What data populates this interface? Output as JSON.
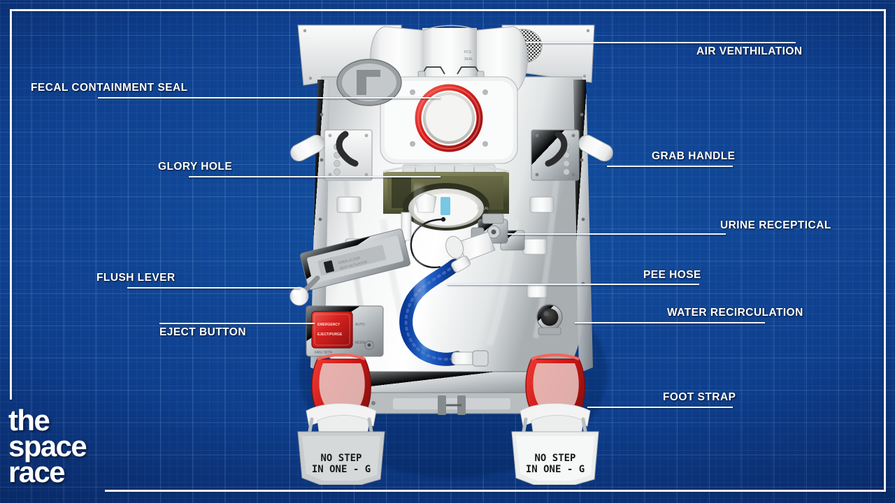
{
  "theme": {
    "background_blue": "#0e3f8e",
    "grid_line": "#aacdff",
    "label_text": "#ffffff",
    "frame": "#f3f6fb",
    "seal_red": "#d8262c",
    "hose_blue": "#1d63d8"
  },
  "logo": {
    "line1": "the",
    "line2": "space",
    "line3": "race"
  },
  "labels": {
    "left": [
      {
        "id": "fecal-containment-seal",
        "text": "FECAL CONTAINMENT SEAL"
      },
      {
        "id": "glory-hole",
        "text": "GLORY HOLE"
      },
      {
        "id": "flush-lever",
        "text": "FLUSH LEVER"
      },
      {
        "id": "eject-button",
        "text": "EJECT BUTTON"
      }
    ],
    "right": [
      {
        "id": "air-venthilation",
        "text": "AIR VENTHILATION"
      },
      {
        "id": "grab-handle",
        "text": "GRAB HANDLE"
      },
      {
        "id": "urine-receptical",
        "text": "URINE RECEPTICAL"
      },
      {
        "id": "pee-hose",
        "text": "PEE HOSE"
      },
      {
        "id": "water-recirculation",
        "text": "WATER RECIRCULATION"
      },
      {
        "id": "foot-strap",
        "text": "FOOT STRAP"
      }
    ]
  },
  "photo": {
    "subject": "iss-waste-hygiene-compartment-toilet",
    "footplate_left": {
      "line1": "NO STEP",
      "line2": "IN ONE - G"
    },
    "footplate_right": {
      "line1": "NO STEP",
      "line2": "IN ONE - G"
    }
  }
}
